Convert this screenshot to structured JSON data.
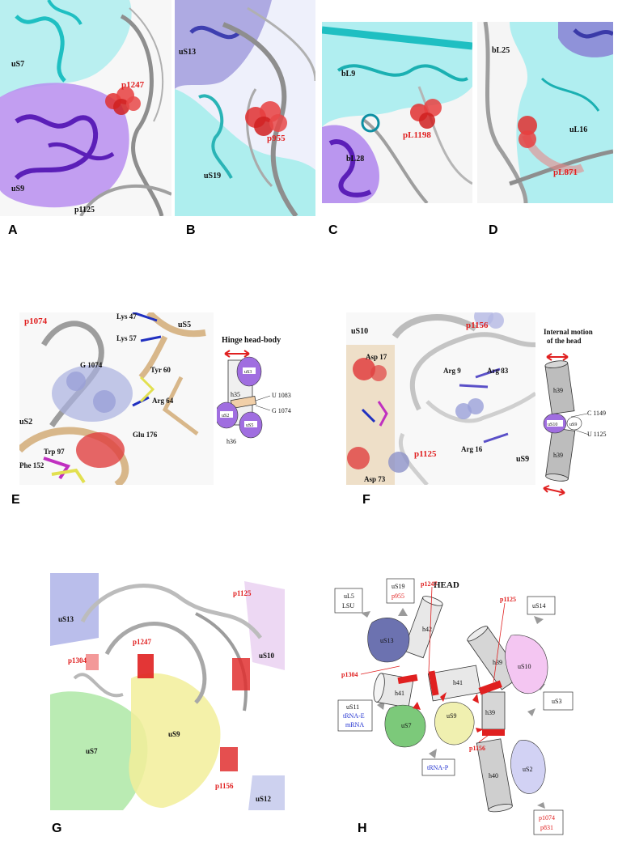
{
  "panels": {
    "A": {
      "letter": "A",
      "labels": {
        "uS7": "uS7",
        "uS9": "uS9",
        "p1247": "p1247",
        "p1125": "p1125"
      }
    },
    "B": {
      "letter": "B",
      "labels": {
        "uS13": "uS13",
        "uS19": "uS19",
        "p955": "p955"
      }
    },
    "C": {
      "letter": "C",
      "labels": {
        "bL9": "bL9",
        "bL28": "bL28",
        "pL1198": "pL1198"
      }
    },
    "D": {
      "letter": "D",
      "labels": {
        "bL25": "bL25",
        "uL16": "uL16",
        "pL871": "pL871"
      }
    },
    "E": {
      "letter": "E",
      "labels": {
        "p1074": "p1074",
        "uS5": "uS5",
        "lys47": "Lys 47",
        "lys57": "Lys 57",
        "g1074": "G 1074",
        "tyr60": "Tyr 60",
        "arg64": "Arg 64",
        "uS2": "uS2",
        "glu176": "Glu 176",
        "trp97": "Trp 97",
        "phe152": "Phe 152"
      },
      "schematic": {
        "title": "Hinge head-body",
        "h35": "h35",
        "h36": "h36",
        "uS3": "uS3",
        "uS2": "uS2",
        "uS5": "uS5",
        "u1083": "U 1083",
        "g1074": "G 1074"
      }
    },
    "F": {
      "letter": "F",
      "labels": {
        "uS10": "uS10",
        "p1156": "p1156",
        "asp17": "Asp 17",
        "arg9": "Arg 9",
        "arg83": "Arg 83",
        "p1125": "p1125",
        "arg16": "Arg 16",
        "uS9": "uS9",
        "asp73": "Asp 73"
      },
      "schematic": {
        "title1": "Internal motion",
        "title2": "of the head",
        "h39a": "h39",
        "h39b": "h39",
        "uS10": "uS10",
        "uS9": "uS9",
        "c1149": "C 1149",
        "u1125": "U 1125"
      }
    },
    "G": {
      "letter": "G",
      "labels": {
        "uS13": "uS13",
        "p1247": "p1247",
        "p1304": "p1304",
        "p1125": "p1125",
        "uS10": "uS10",
        "uS9": "uS9",
        "uS7": "uS7",
        "p1156": "p1156",
        "uS12": "uS12"
      }
    },
    "H": {
      "letter": "H",
      "title": "HEAD",
      "boxes": {
        "uL5a": "uL5",
        "uL5b": "LSU",
        "uS19": "uS19",
        "p955": "p955",
        "uS14": "uS14",
        "uS3": "uS3",
        "uS11": "uS11",
        "trnaE": "tRNA-E",
        "mrna": "mRNA",
        "trnaP": "tRNA-P",
        "p1074": "p1074",
        "p831": "p831"
      },
      "helices": {
        "h42": "h42",
        "h41a": "h41",
        "h41b": "h41",
        "h39a": "h39",
        "h39b": "h39",
        "h40": "h40"
      },
      "proteins": {
        "uS13": "uS13",
        "uS10": "uS10",
        "uS7": "uS7",
        "uS9": "uS9",
        "uS2": "uS2"
      },
      "pointers": {
        "p1247": "p1247",
        "p1125": "p1125",
        "p1304": "p1304",
        "p1156": "p1156"
      }
    }
  },
  "colors": {
    "cyan": "#5fd7d4",
    "purple": "#7a3ccc",
    "lavender": "#9a8fd8",
    "red": "#e02020",
    "tan": "#e0bd8f",
    "green": "#9ed88a",
    "yellow": "#f2ef9a",
    "grey": "#bdbdbd"
  }
}
